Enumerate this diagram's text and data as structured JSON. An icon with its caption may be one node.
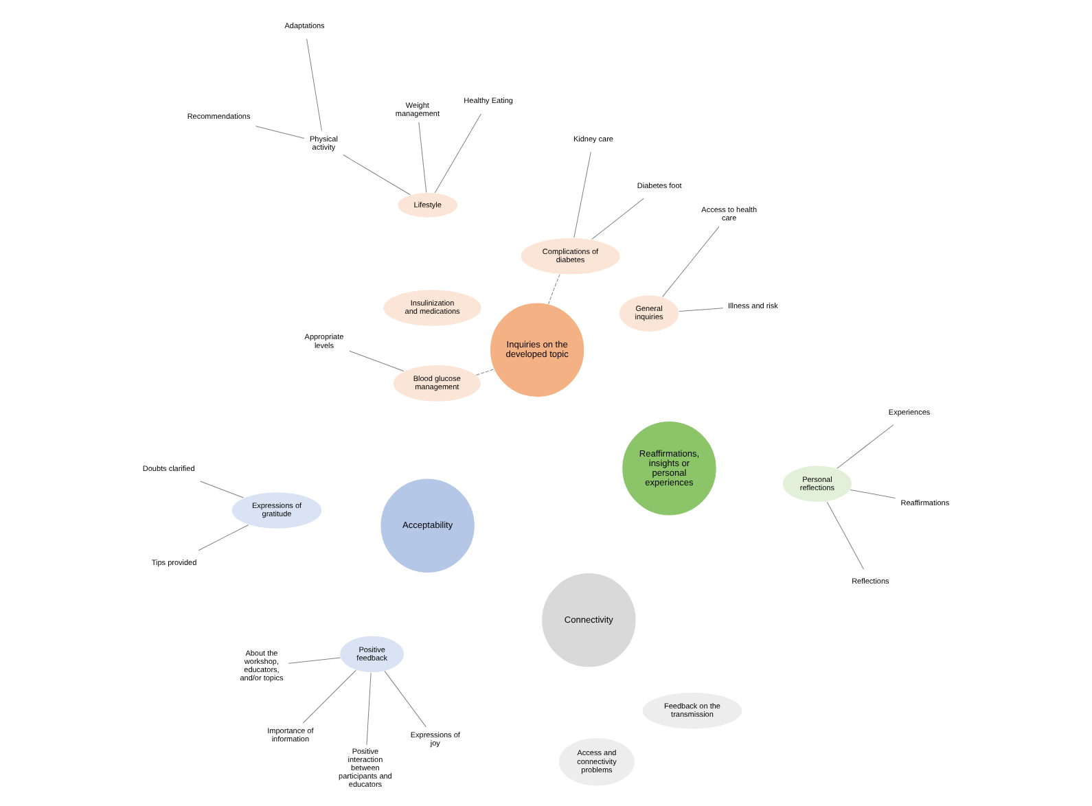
{
  "diagram": {
    "nodes": [
      {
        "text": [
          "Acceptability"
        ]
      },
      {
        "text": [
          "Expressions of gratitude"
        ]
      },
      {
        "text": [
          "Tips provided"
        ]
      },
      {
        "text": [
          "Doubts clarified"
        ]
      },
      {
        "text": [
          "Positive feedback"
        ]
      },
      {
        "text": [
          "About the workshop, educators, and/or topics"
        ]
      },
      {
        "text": [
          "Importance of information"
        ]
      },
      {
        "text": [
          "Expressions of joy"
        ]
      },
      {
        "text": [
          "Positive interaction between participants and educators"
        ]
      },
      {
        "text": [
          "Inquiries on the developed topic"
        ]
      },
      {
        "text": [
          "Blood glucose management"
        ]
      },
      {
        "text": [
          "Appropriate levels"
        ]
      },
      {
        "text": [
          "Complications of diabetes"
        ]
      },
      {
        "text": [
          "Diabetes foot"
        ]
      },
      {
        "text": [
          "Kidney care"
        ]
      },
      {
        "text": [
          "General inquiries"
        ]
      },
      {
        "text": [
          "Illness and risk"
        ]
      },
      {
        "text": [
          "Access to health care"
        ]
      },
      {
        "text": [
          "Insulinization and medications"
        ]
      },
      {
        "text": [
          "Lifestyle"
        ]
      },
      {
        "text": [
          "Physical activity"
        ]
      },
      {
        "text": [
          "Recommendations"
        ]
      },
      {
        "text": [
          "Adaptations"
        ]
      },
      {
        "text": [
          "Healthy Eating"
        ]
      },
      {
        "text": [
          "Weight management"
        ]
      },
      {
        "text": [
          "Reaffirmations, insights or personal experiences"
        ]
      },
      {
        "text": [
          "Personal reflections"
        ]
      },
      {
        "text": [
          "Experiences"
        ]
      },
      {
        "text": [
          "Reflections"
        ]
      },
      {
        "text": [
          "Reaffirmations"
        ]
      },
      {
        "text": [
          "Connectivity"
        ]
      },
      {
        "text": [
          "Feedback on the transmission"
        ]
      },
      {
        "text": [
          "Access and connectivity problems"
        ]
      }
    ],
    "edges": [
      {
        "from": 1,
        "to": 2,
        "arrow": "none"
      },
      {
        "from": 1,
        "to": 3,
        "arrow": "none"
      },
      {
        "from": 4,
        "to": 5,
        "arrow": "none"
      },
      {
        "from": 4,
        "to": 6,
        "arrow": "none"
      },
      {
        "from": 4,
        "to": 7,
        "arrow": "none"
      },
      {
        "from": 4,
        "to": 8,
        "arrow": "none"
      },
      {
        "from": 10,
        "to": 11,
        "arrow": "none"
      },
      {
        "from": 10,
        "to": 9,
        "arrow": "none",
        "style": "dashed"
      },
      {
        "from": 12,
        "to": 13,
        "arrow": "none"
      },
      {
        "from": 12,
        "to": 14,
        "arrow": "none"
      },
      {
        "from": 12,
        "to": 9,
        "arrow": "none",
        "style": "dashed"
      },
      {
        "from": 15,
        "to": 16,
        "arrow": "none"
      },
      {
        "from": 15,
        "to": 17,
        "arrow": "none"
      },
      {
        "from": 19,
        "to": 20,
        "arrow": "none"
      },
      {
        "from": 20,
        "to": 21,
        "arrow": "none"
      },
      {
        "from": 20,
        "to": 22,
        "arrow": "none"
      },
      {
        "from": 19,
        "to": 23,
        "arrow": "none"
      },
      {
        "from": 19,
        "to": 24,
        "arrow": "none"
      },
      {
        "from": 26,
        "to": 27,
        "arrow": "none"
      },
      {
        "from": 26,
        "to": 28,
        "arrow": "none"
      },
      {
        "from": 26,
        "to": 29,
        "arrow": "none"
      }
    ]
  }
}
